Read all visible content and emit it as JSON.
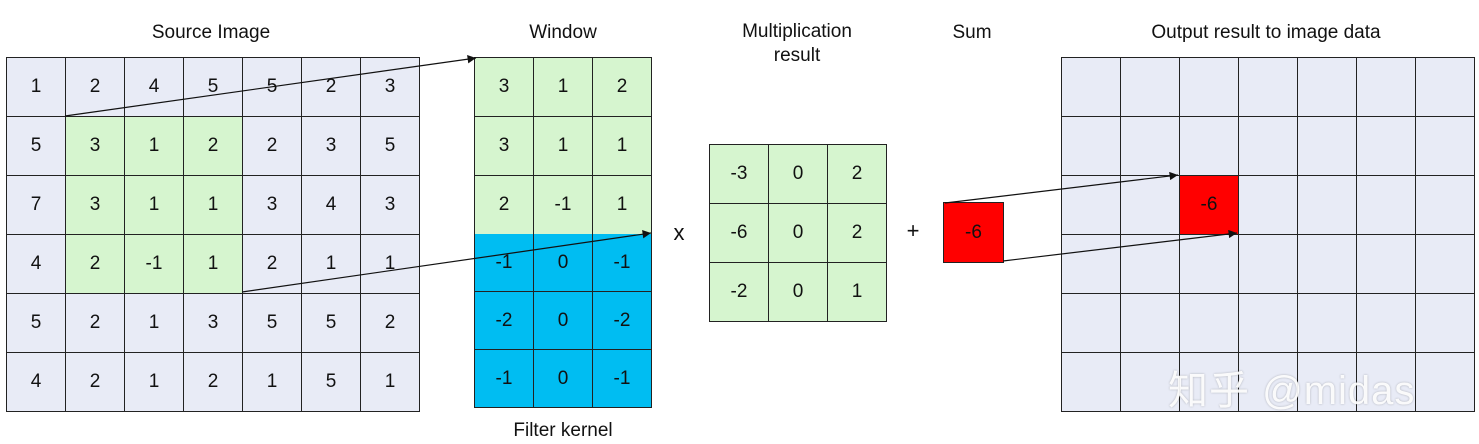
{
  "labels": {
    "source_image": "Source Image",
    "window": "Window",
    "multiplication_line1": "Multiplication",
    "multiplication_line2": "result",
    "sum": "Sum",
    "output": "Output result to image data",
    "filter_kernel": "Filter kernel"
  },
  "operators": {
    "times": "x",
    "plus": "+"
  },
  "source_grid": [
    [
      "1",
      "2",
      "4",
      "5",
      "5",
      "2",
      "3"
    ],
    [
      "5",
      "3",
      "1",
      "2",
      "2",
      "3",
      "5"
    ],
    [
      "7",
      "3",
      "1",
      "1",
      "3",
      "4",
      "3"
    ],
    [
      "4",
      "2",
      "-1",
      "1",
      "2",
      "1",
      "1"
    ],
    [
      "5",
      "2",
      "1",
      "3",
      "5",
      "5",
      "2"
    ],
    [
      "4",
      "2",
      "1",
      "2",
      "1",
      "5",
      "1"
    ]
  ],
  "window_grid": [
    [
      "3",
      "1",
      "2"
    ],
    [
      "3",
      "1",
      "1"
    ],
    [
      "2",
      "-1",
      "1"
    ]
  ],
  "kernel_grid": [
    [
      "-1",
      "0",
      "-1"
    ],
    [
      "-2",
      "0",
      "-2"
    ],
    [
      "-1",
      "0",
      "-1"
    ]
  ],
  "multiplication_grid": [
    [
      "-3",
      "0",
      "2"
    ],
    [
      "-6",
      "0",
      "2"
    ],
    [
      "-2",
      "0",
      "1"
    ]
  ],
  "sum_value": "-6",
  "output_value": "-6",
  "watermark": "知乎 @midas",
  "colors": {
    "grid_gray": "#e8ebf6",
    "window_green": "#d6f5cf",
    "kernel_blue": "#00bdf2",
    "highlight_red": "#ff0000"
  }
}
